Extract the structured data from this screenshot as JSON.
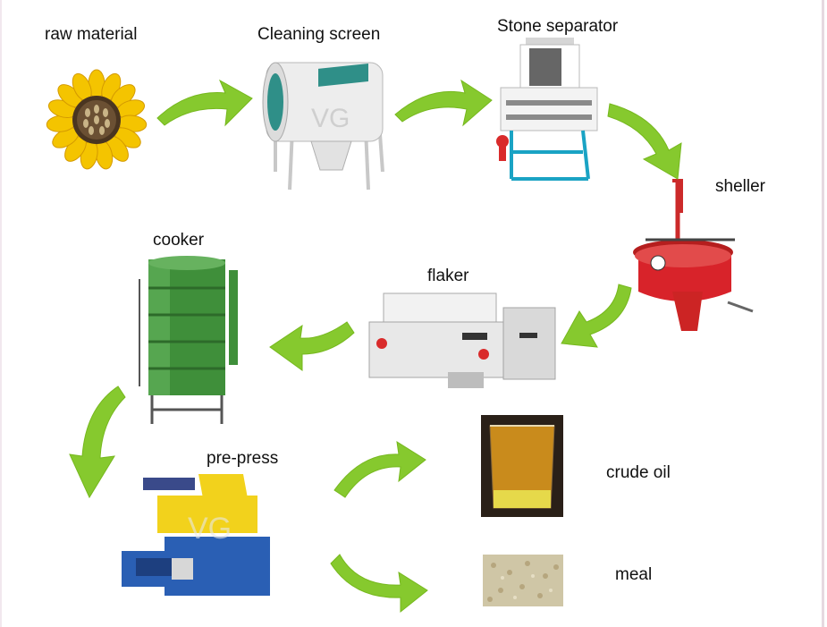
{
  "steps": {
    "raw_material": "raw material",
    "cleaning_screen": "Cleaning screen",
    "stone_separator": "Stone separator",
    "sheller": "sheller",
    "flaker": "flaker",
    "cooker": "cooker",
    "pre_press": "pre-press",
    "crude_oil": "crude oil",
    "meal": "meal"
  },
  "watermark": "VG",
  "colors": {
    "arrow": "#86c92e",
    "sunflower_petal": "#f4c400",
    "cooker": "#3f8f3a",
    "sheller": "#d8232a",
    "press_base": "#2a5fb4",
    "press_top": "#f2d21c",
    "oil": "#c98b1c"
  }
}
